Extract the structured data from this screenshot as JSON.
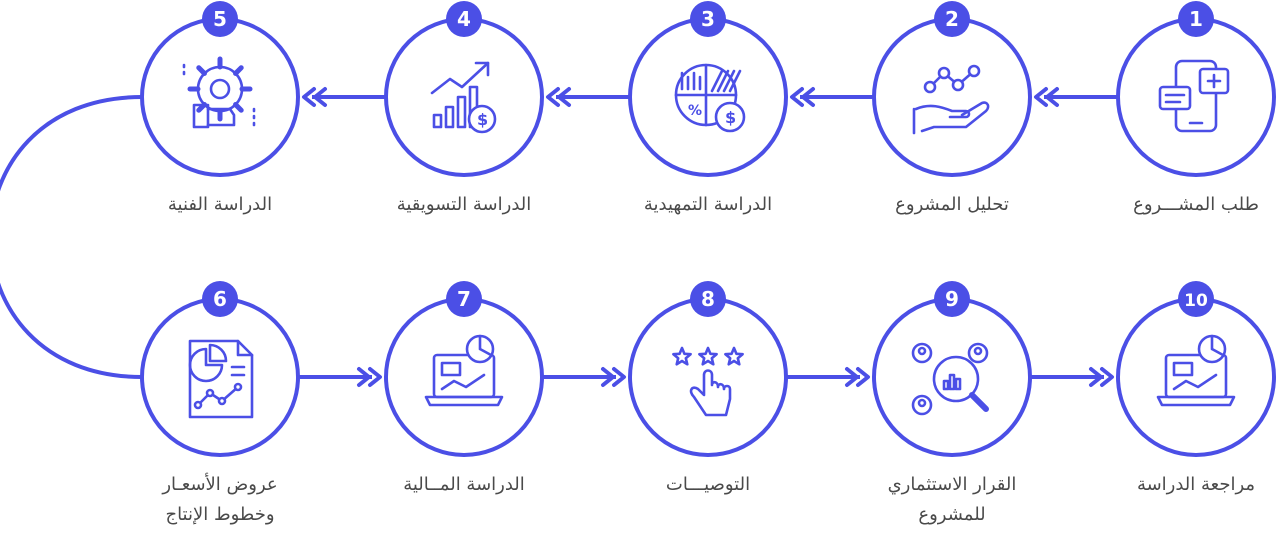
{
  "colors": {
    "accent": "#4b4fe6",
    "icon": "#4b4fe6",
    "label": "#4a4a4a",
    "background": "#ffffff"
  },
  "steps": [
    {
      "number": "1",
      "label": "طلب المشـــروع",
      "icon": "mobile-chat-icon"
    },
    {
      "number": "2",
      "label": "تحليل المشروع",
      "icon": "hand-analytics-icon"
    },
    {
      "number": "3",
      "label": "الدراسة التمهيدية",
      "icon": "pie-chart-dollar-icon"
    },
    {
      "number": "4",
      "label": "الدراسة التسويقية",
      "icon": "growth-chart-dollar-icon"
    },
    {
      "number": "5",
      "label": "الدراسة الفنية",
      "icon": "gear-wrench-icon"
    },
    {
      "number": "6",
      "label": "عروض الأسعـار وخطوط الإنتاج",
      "icon": "report-document-icon"
    },
    {
      "number": "7",
      "label": "الدراسة المــالية",
      "icon": "laptop-dashboard-icon"
    },
    {
      "number": "8",
      "label": "التوصيـــات",
      "icon": "rating-stars-icon"
    },
    {
      "number": "9",
      "label": "القرار الاستثماري للمشروع",
      "icon": "people-magnifier-icon"
    },
    {
      "number": "10",
      "label": "مراجعة الدراسة",
      "icon": "laptop-review-icon"
    }
  ]
}
